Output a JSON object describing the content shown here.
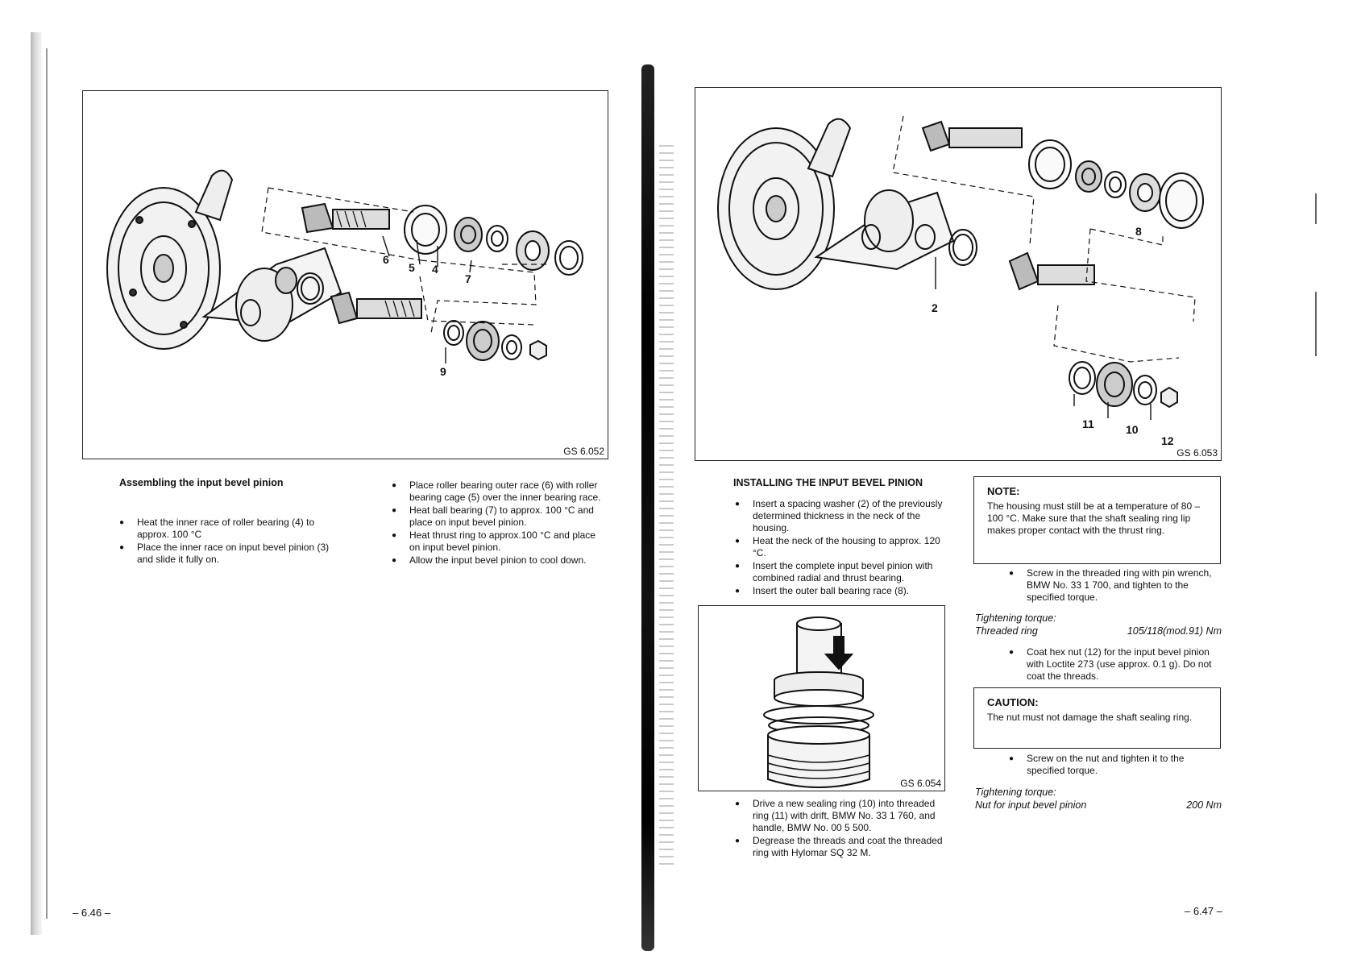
{
  "left_page": {
    "figure_code": "GS 6.052",
    "callouts": [
      "6",
      "5",
      "4",
      "7",
      "9"
    ],
    "heading": "Assembling the input bevel pinion",
    "col1_bullets": [
      "Heat the inner race of roller bearing (4) to approx. 100 °C",
      "Place the inner race on input bevel pinion (3) and slide it fully on."
    ],
    "col2_bullets": [
      "Place roller bearing outer race (6) with roller bearing cage (5) over the inner bearing race.",
      "Heat ball bearing (7) to approx. 100 °C and place on input bevel pinion.",
      "Heat thrust ring to approx.100 °C and place on input bevel pinion.",
      "Allow the input bevel pinion to cool down."
    ],
    "page_number": "– 6.46 –"
  },
  "right_page": {
    "figure_code": "GS 6.053",
    "callouts": [
      "8",
      "2",
      "11",
      "10",
      "12"
    ],
    "heading": "INSTALLING THE INPUT BEVEL PINION",
    "install_bullets": [
      "Insert a spacing washer (2) of the previously determined thickness in the neck of the housing.",
      "Heat the neck of the housing to approx. 120 °C.",
      "Insert the complete input bevel pinion with combined radial and thrust bearing.",
      "Insert the outer ball bearing race (8)."
    ],
    "small_figure_code": "GS 6.054",
    "drive_bullets": [
      "Drive a new sealing ring (10) into threaded ring (11) with drift, BMW No. 33 1 760, and handle, BMW No. 00 5 500.",
      "Degrease the threads and coat the threaded ring with Hylomar SQ 32 M."
    ],
    "note": {
      "title": "NOTE:",
      "body": "The housing must still be at a temperature of 80 – 100 °C. Make sure that the shaft sealing ring lip makes proper contact with the thrust ring."
    },
    "screw_bullet": "Screw in the threaded ring with pin wrench, BMW No. 33 1 700, and tighten to the specified torque.",
    "torque1": {
      "label": "Tightening torque:",
      "item": "Threaded ring",
      "value": "105/118(mod.91) Nm"
    },
    "coat_bullet": "Coat hex nut (12) for the input bevel pinion with Loctite 273 (use approx. 0.1 g). Do not coat the threads.",
    "caution": {
      "title": "CAUTION:",
      "body": "The nut must not damage the shaft sealing ring."
    },
    "nut_bullet": "Screw on the nut and tighten it to the specified torque.",
    "torque2": {
      "label": "Tightening torque:",
      "item": "Nut for input bevel pinion",
      "value": "200 Nm"
    },
    "page_number": "– 6.47 –"
  }
}
